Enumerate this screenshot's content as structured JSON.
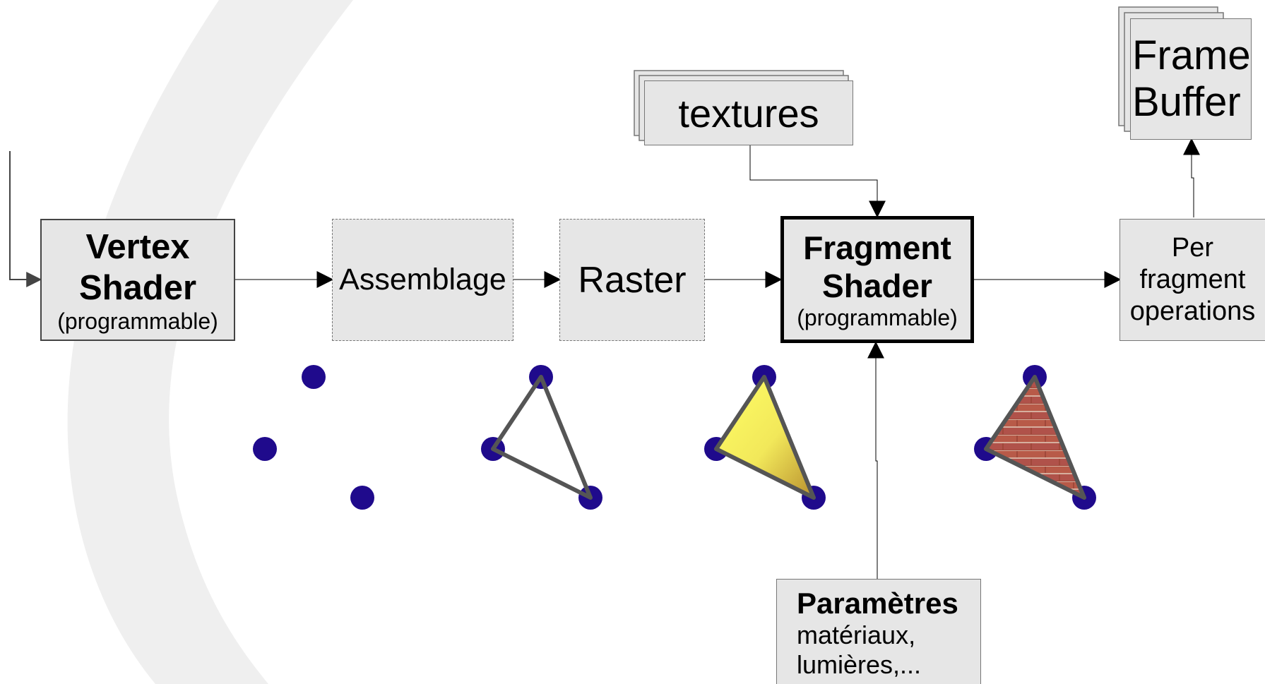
{
  "nodes": {
    "vertex_shader": {
      "title_line1": "Vertex",
      "title_line2": "Shader",
      "subtitle": "(programmable)"
    },
    "assemblage": {
      "label": "Assemblage"
    },
    "raster": {
      "label": "Raster"
    },
    "fragment_shader": {
      "title_line1": "Fragment",
      "title_line2": "Shader",
      "subtitle": "(programmable)"
    },
    "per_fragment": {
      "line1": "Per",
      "line2": "fragment",
      "line3": "operations"
    },
    "textures": {
      "label": "textures"
    },
    "frame_buffer": {
      "line1": "Frame",
      "line2": "Buffer"
    },
    "parametres": {
      "title": "Paramètres",
      "line1": "matériaux,",
      "line2": "lumières,..."
    }
  },
  "colors": {
    "box_fill": "#e6e6e6",
    "vertex_dot": "#1f0a8c",
    "triangle_stroke": "#555555",
    "yellow_fill": "#ffff66",
    "brick_fill": "#a0483a",
    "watermark": "#efefef"
  }
}
